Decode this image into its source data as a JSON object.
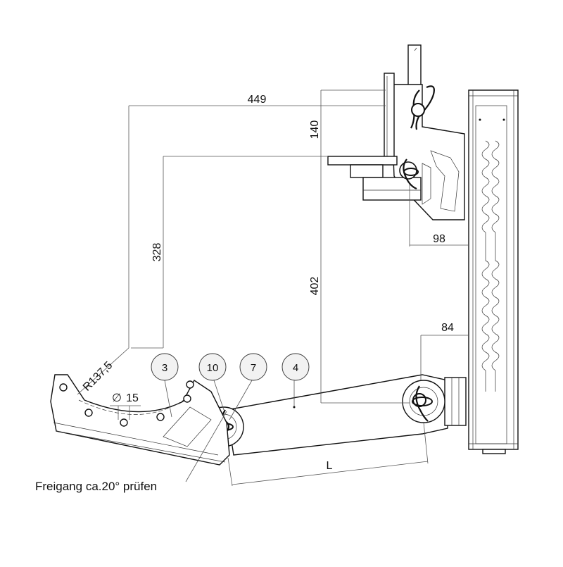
{
  "dimensions": {
    "width_449": "449",
    "height_140": "140",
    "height_328": "328",
    "height_402": "402",
    "offset_98": "98",
    "offset_84": "84",
    "radius": "R137,5",
    "hole_diameter": "15",
    "length": "L"
  },
  "balloons": [
    "3",
    "10",
    "7",
    "4"
  ],
  "note": "Freigang ca.20° prüfen",
  "diameter_symbol": "∅"
}
